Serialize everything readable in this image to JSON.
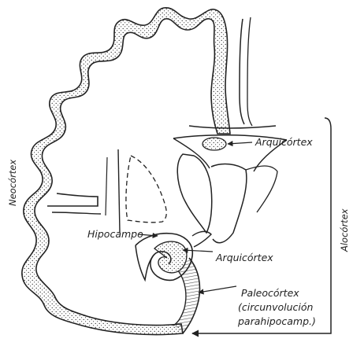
{
  "labels": {
    "neocortex": "Neocórtex",
    "arquicortex_top": "Arquicórtex",
    "alocortex": "Alocórtex",
    "hipocampo": "Hipocampo",
    "arquicortex_mid": "Arquicórtex",
    "paleocortex_1": "Paleocórtex",
    "paleocortex_2": "(circunvolución",
    "paleocortex_3": "parahipocamp.)"
  },
  "colors": {
    "ink": "#222222",
    "stipple": "#333333",
    "background": "#ffffff"
  }
}
